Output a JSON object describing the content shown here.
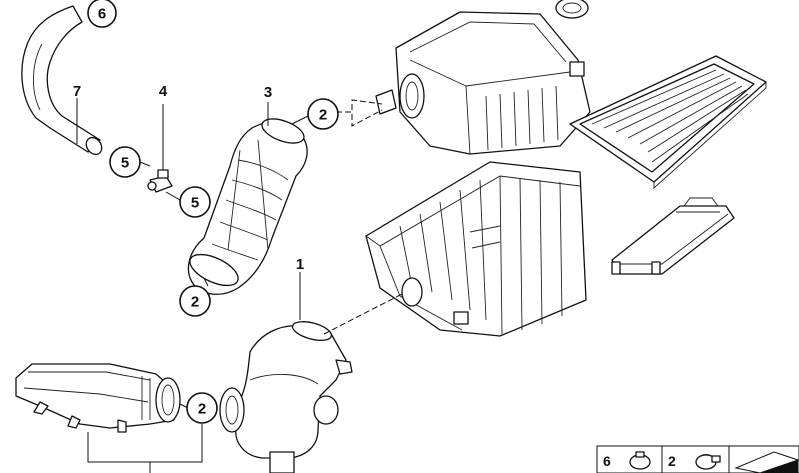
{
  "callouts": {
    "c6": "6",
    "c7": "7",
    "c4": "4",
    "c3": "3",
    "c2_top": "2",
    "c5_left": "5",
    "c5_lower": "5",
    "c2_mid": "2",
    "c1": "1",
    "c2_bottom": "2"
  },
  "legend": {
    "item_a": "6",
    "item_b": "2"
  },
  "colors": {
    "line": "#111111",
    "background": "#ffffff"
  }
}
